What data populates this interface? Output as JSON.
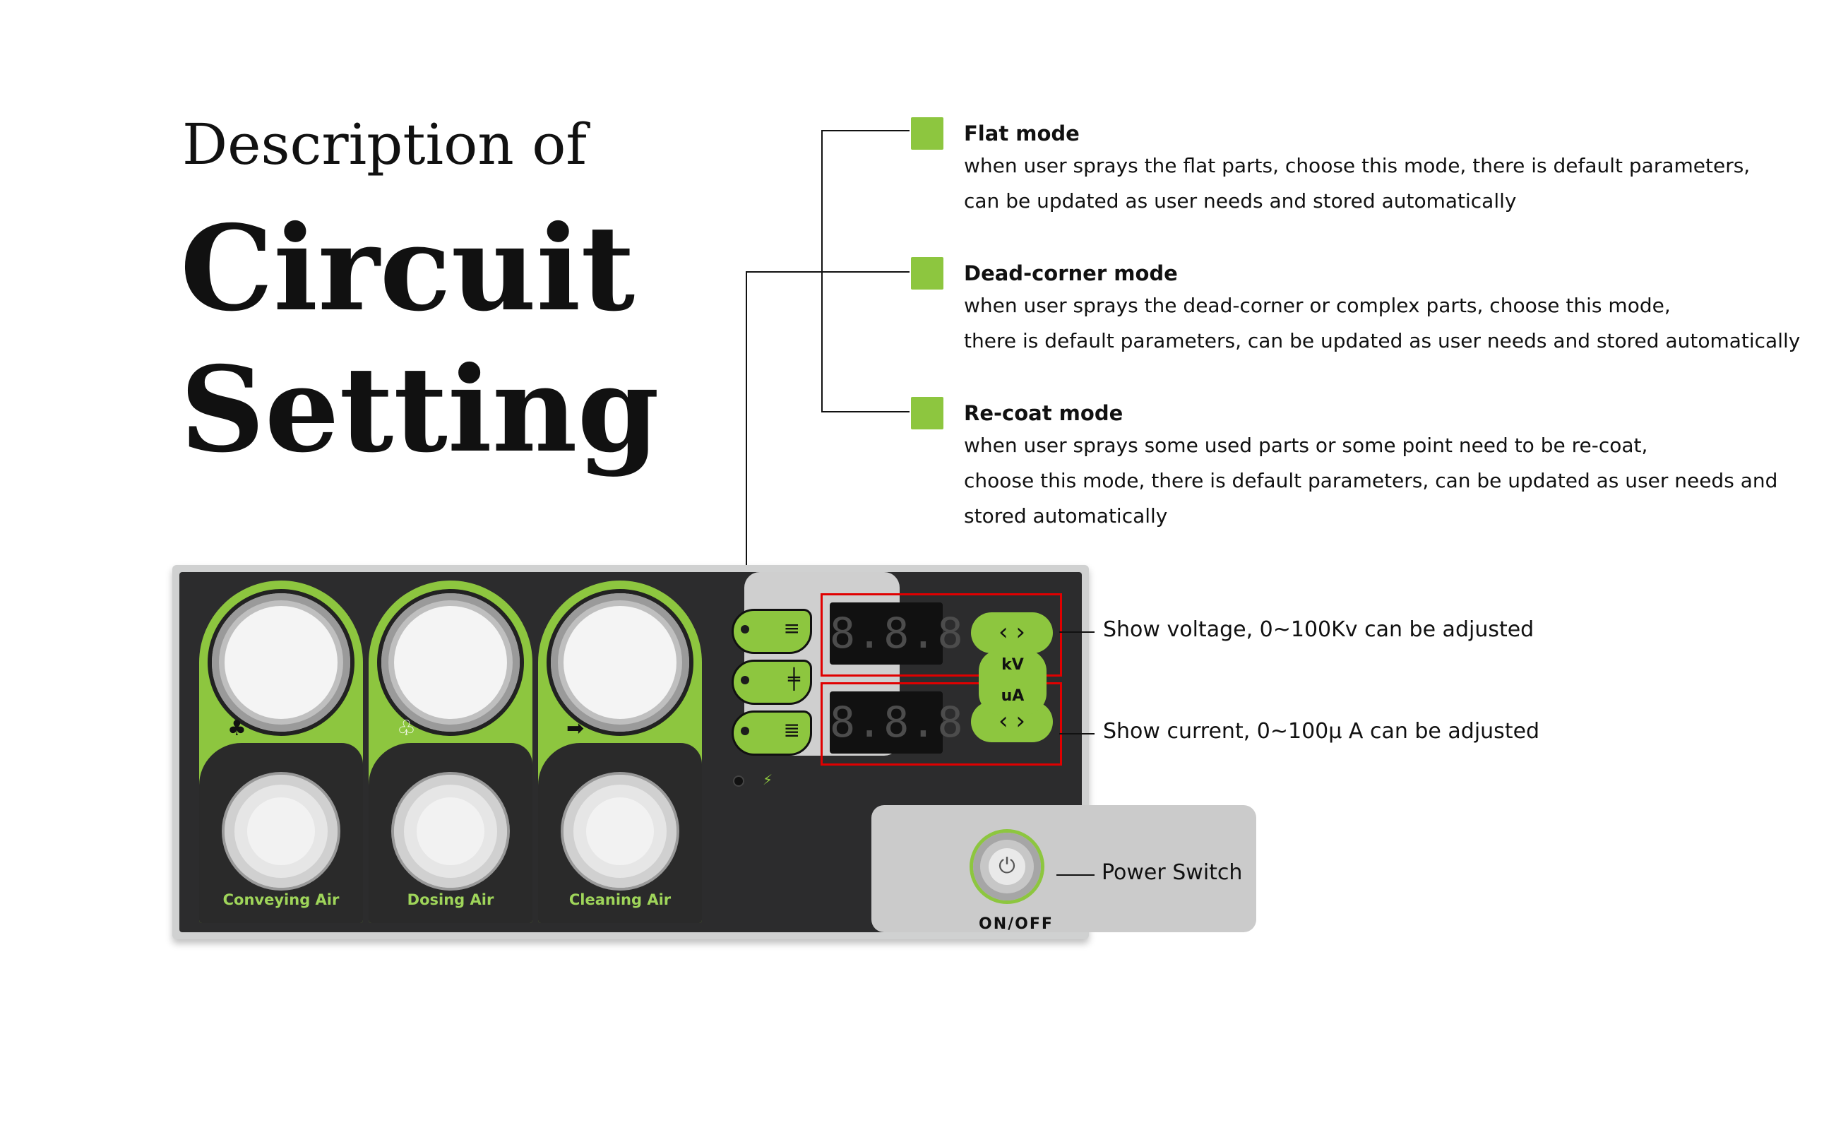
{
  "title": {
    "line1": "Description of",
    "line2": "Circuit",
    "line3": "Setting"
  },
  "modes": [
    {
      "icon": "flat-mode-icon",
      "heading": "Flat mode",
      "lines": [
        "when user sprays the flat parts, choose this mode, there is default parameters,",
        "can be updated as user needs and stored automatically"
      ]
    },
    {
      "icon": "dead-corner-mode-icon",
      "heading": "Dead-corner mode",
      "lines": [
        "when user sprays the dead-corner or complex parts, choose this mode,",
        "there is default parameters, can be updated as user needs and stored automatically"
      ]
    },
    {
      "icon": "re-coat-mode-icon",
      "heading": "Re-coat mode",
      "lines": [
        "when user sprays some used parts or some point need to be re-coat,",
        "choose this mode, there is default parameters, can be updated as user needs and",
        "stored automatically"
      ]
    }
  ],
  "callouts": {
    "voltage": "Show voltage, 0~100Kv can be adjusted",
    "current": "Show current, 0~100μ A can be adjusted",
    "power": "Power Switch"
  },
  "panel": {
    "columns": [
      {
        "label": "Conveying Air",
        "icon": "club-icon"
      },
      {
        "label": "Dosing Air",
        "icon": "club-outline-icon"
      },
      {
        "label": "Cleaning Air",
        "icon": "arrow-right-icon"
      }
    ],
    "display_top": "8.8.8",
    "display_bottom": "8.8.8",
    "unit_kv": "kV",
    "unit_ua": "uA",
    "onoff": "ON/OFF"
  },
  "colors": {
    "accent": "#8dc63f",
    "panel_dark": "#2c2c2d",
    "highlight": "#e00000"
  }
}
